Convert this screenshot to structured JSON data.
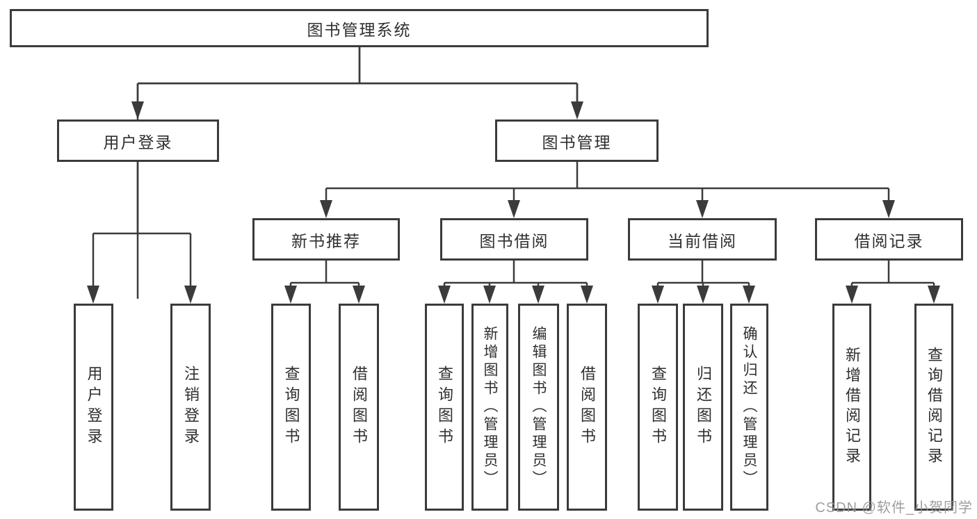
{
  "diagram_title": "图书管理系统",
  "tree": {
    "root": {
      "label": "图书管理系统"
    },
    "branches": [
      {
        "label": "用户登录",
        "children": [
          {
            "label": "用户登录"
          },
          {
            "label": "注销登录"
          }
        ]
      },
      {
        "label": "图书管理",
        "children": [
          {
            "label": "新书推荐",
            "children": [
              {
                "label": "查询图书"
              },
              {
                "label": "借阅图书"
              }
            ]
          },
          {
            "label": "图书借阅",
            "children": [
              {
                "label": "查询图书"
              },
              {
                "label": "新增图书（管理员）"
              },
              {
                "label": "编辑图书（管理员）"
              },
              {
                "label": "借阅图书"
              }
            ]
          },
          {
            "label": "当前借阅",
            "children": [
              {
                "label": "查询图书"
              },
              {
                "label": "归还图书"
              },
              {
                "label": "确认归还（管理员）"
              }
            ]
          },
          {
            "label": "借阅记录",
            "children": [
              {
                "label": "新增借阅记录"
              },
              {
                "label": "查询借阅记录"
              }
            ]
          }
        ]
      }
    ]
  },
  "watermark": "CSDN @软件_小贺同学",
  "colors": {
    "line": "#3b3b3b",
    "box_border": "#3b3b3b",
    "box_background": "#ffffff",
    "text": "#2f2f2f",
    "watermark": "#949494"
  }
}
